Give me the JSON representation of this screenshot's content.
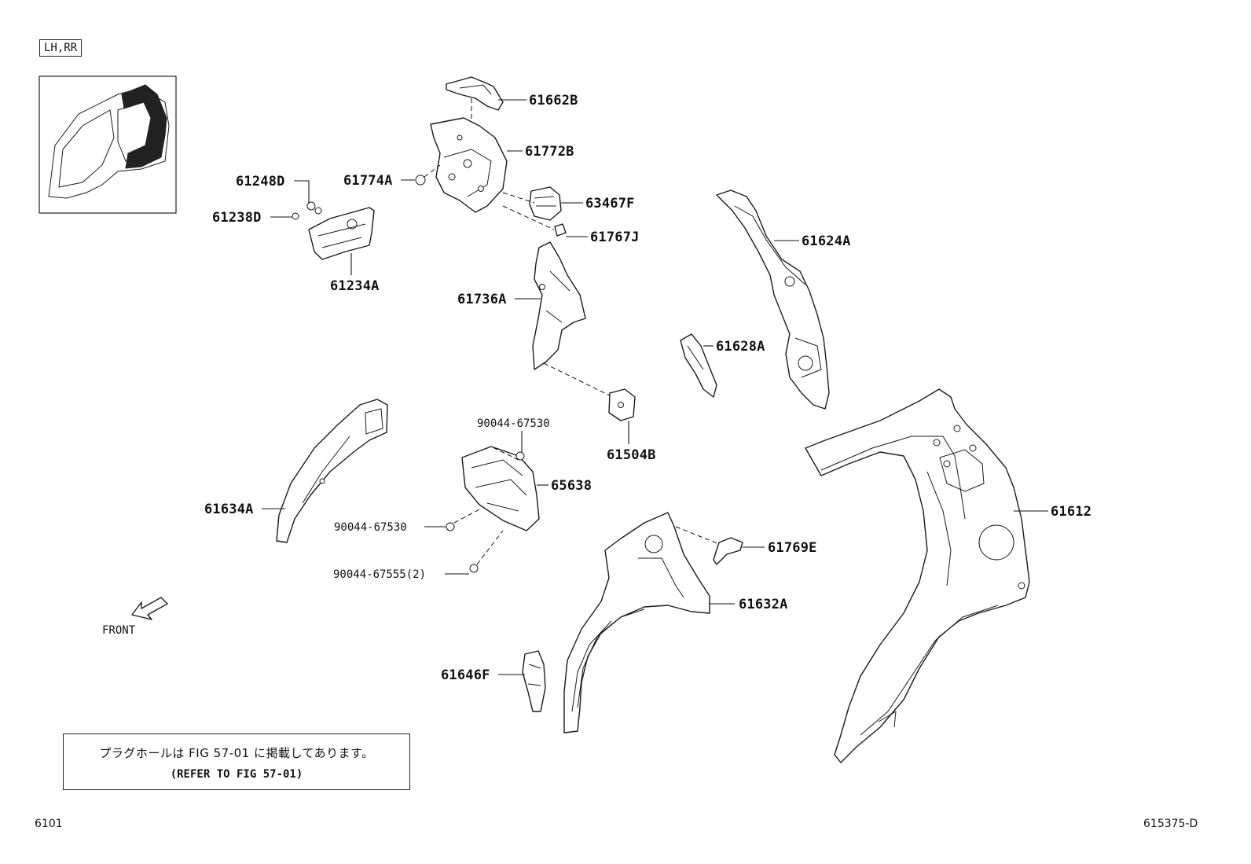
{
  "view_tag": "LH,RR",
  "front_label": "FRONT",
  "note": {
    "line1": "プラグホールは FIG 57-01 に掲載してあります。",
    "line2": "(REFER TO FIG 57-01)"
  },
  "page_code": "6101",
  "illustration_id": "615375-D",
  "parts": {
    "p61662B": "61662B",
    "p61772B": "61772B",
    "p61774A": "61774A",
    "p63467F": "63467F",
    "p61767J": "61767J",
    "p61248D": "61248D",
    "p61238D": "61238D",
    "p61234A": "61234A",
    "p61736A": "61736A",
    "p61624A": "61624A",
    "p61628A": "61628A",
    "p61504B": "61504B",
    "p9004467530a": "90044-67530",
    "p65638": "65638",
    "p9004467530b": "90044-67530",
    "p9004467555": "90044-67555(2)",
    "p61634A": "61634A",
    "p61612": "61612",
    "p61769E": "61769E",
    "p61632A": "61632A",
    "p61646F": "61646F"
  }
}
